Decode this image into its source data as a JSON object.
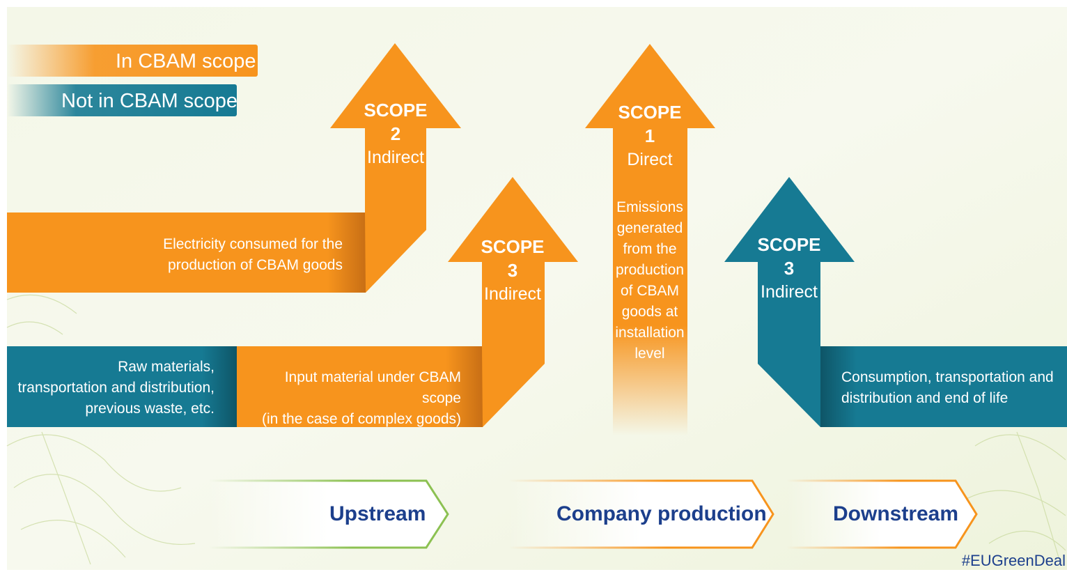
{
  "legend": {
    "in_scope": "In CBAM scope",
    "not_in_scope": "Not in CBAM scope"
  },
  "arrows": {
    "scope2": {
      "title": "SCOPE",
      "number": "2",
      "kind": "Indirect"
    },
    "scope3_up": {
      "title": "SCOPE",
      "number": "3",
      "kind": "Indirect"
    },
    "scope1": {
      "title": "SCOPE",
      "number": "1",
      "kind": "Direct",
      "description": [
        "Emissions",
        "generated",
        "from the",
        "production",
        "of CBAM",
        "goods at",
        "installation",
        "level"
      ]
    },
    "scope3_down": {
      "title": "SCOPE",
      "number": "3",
      "kind": "Indirect"
    }
  },
  "bands": {
    "electricity": [
      "Electricity consumed for the",
      "production of CBAM goods"
    ],
    "raw_materials": [
      "Raw materials,",
      "transportation and distribution,",
      "previous waste, etc."
    ],
    "input_material": [
      "Input material under CBAM scope",
      "(in the case of complex goods)"
    ],
    "downstream": [
      "Consumption, transportation and",
      "distribution and end of life"
    ]
  },
  "flow": {
    "upstream": "Upstream",
    "company_production": "Company production",
    "downstream": "Downstream"
  },
  "hashtag": "#EUGreenDeal",
  "colors": {
    "orange": "#f7941d",
    "orange_dark": "#c96f14",
    "teal": "#167a93",
    "teal_dark": "#0e5a6d",
    "navy_text": "#1c3f8c",
    "green_chevron": "#8cc152"
  }
}
